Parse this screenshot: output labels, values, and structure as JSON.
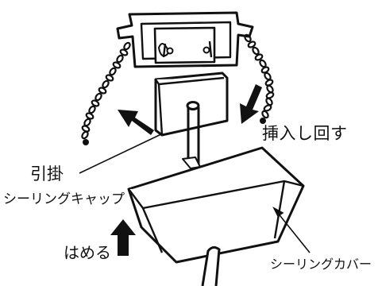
{
  "labels": {
    "insert_rotate": "挿入し回す",
    "hook": "引掛",
    "ceiling_cap": "シーリングキャップ",
    "fit": "はめる",
    "ceiling_cover": "シーリングカバー"
  },
  "colors": {
    "ink": "#111111",
    "paper": "#ffffff"
  }
}
